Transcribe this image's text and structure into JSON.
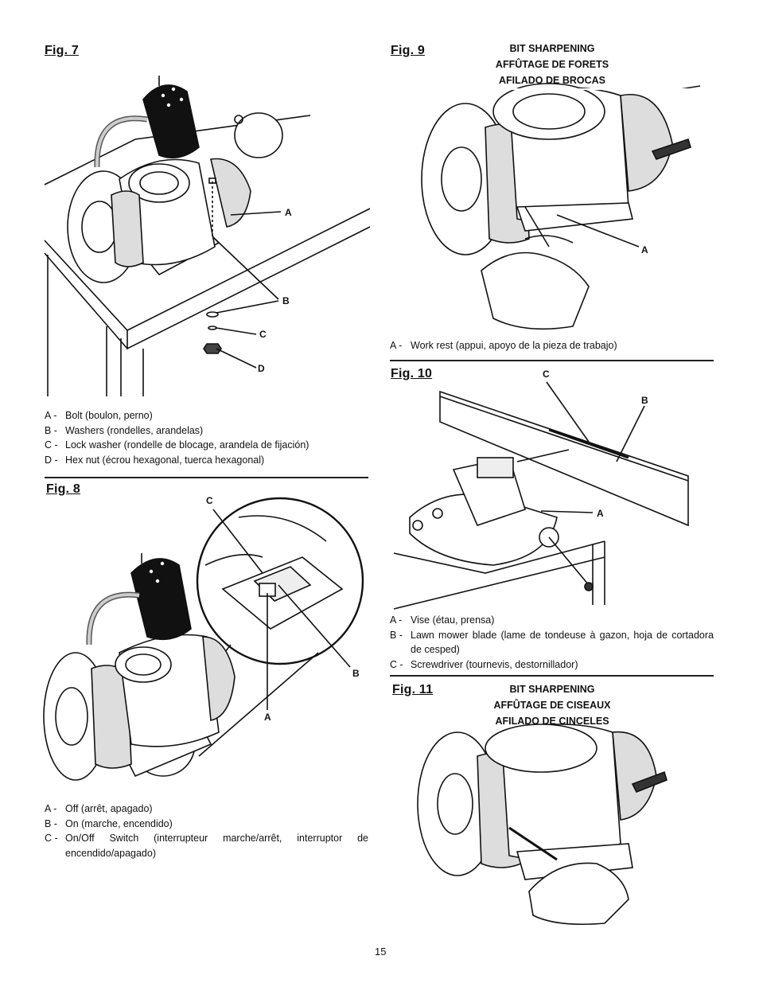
{
  "page_number": "15",
  "fig7": {
    "label": "Fig. 7",
    "callouts": {
      "a": "A",
      "b": "B",
      "c": "C",
      "d": "D"
    },
    "legend": [
      {
        "key": "A -",
        "text": "Bolt (boulon, perno)"
      },
      {
        "key": "B -",
        "text": "Washers (rondelles, arandelas)"
      },
      {
        "key": "C -",
        "text": "Lock washer (rondelle de blocage, arandela de fijación)"
      },
      {
        "key": "D -",
        "text": "Hex nut (écrou hexagonal, tuerca hexagonal)"
      }
    ]
  },
  "fig8": {
    "label": "Fig. 8",
    "callouts": {
      "a": "A",
      "b": "B",
      "c": "C"
    },
    "legend": [
      {
        "key": "A -",
        "text": "Off (arrêt, apagado)"
      },
      {
        "key": "B -",
        "text": "On (marche, encendido)"
      },
      {
        "key": "C -",
        "text": "On/Off Switch (interrupteur marche/arrêt, interruptor de encendido/apagado)"
      }
    ]
  },
  "fig9": {
    "label": "Fig. 9",
    "heading": [
      "BIT SHARPENING",
      "AFFÛTAGE DE FORETS",
      "AFILADO DE BROCAS"
    ],
    "callouts": {
      "a": "A"
    },
    "legend": [
      {
        "key": "A -",
        "text": "Work rest (appui, apoyo de la pieza de trabajo)"
      }
    ]
  },
  "fig10": {
    "label": "Fig. 10",
    "callouts": {
      "a": "A",
      "b": "B",
      "c": "C"
    },
    "legend": [
      {
        "key": "A -",
        "text": "Vise (étau, prensa)"
      },
      {
        "key": "B -",
        "text": "Lawn mower blade (lame de tondeuse à gazon, hoja de cortadora de cesped)"
      },
      {
        "key": "C -",
        "text": "Screwdriver (tournevis, destornillador)"
      }
    ]
  },
  "fig11": {
    "label": "Fig. 11",
    "heading": [
      "BIT SHARPENING",
      "AFFÛTAGE DE CISEAUX",
      "AFILADO DE CINCELES"
    ]
  }
}
